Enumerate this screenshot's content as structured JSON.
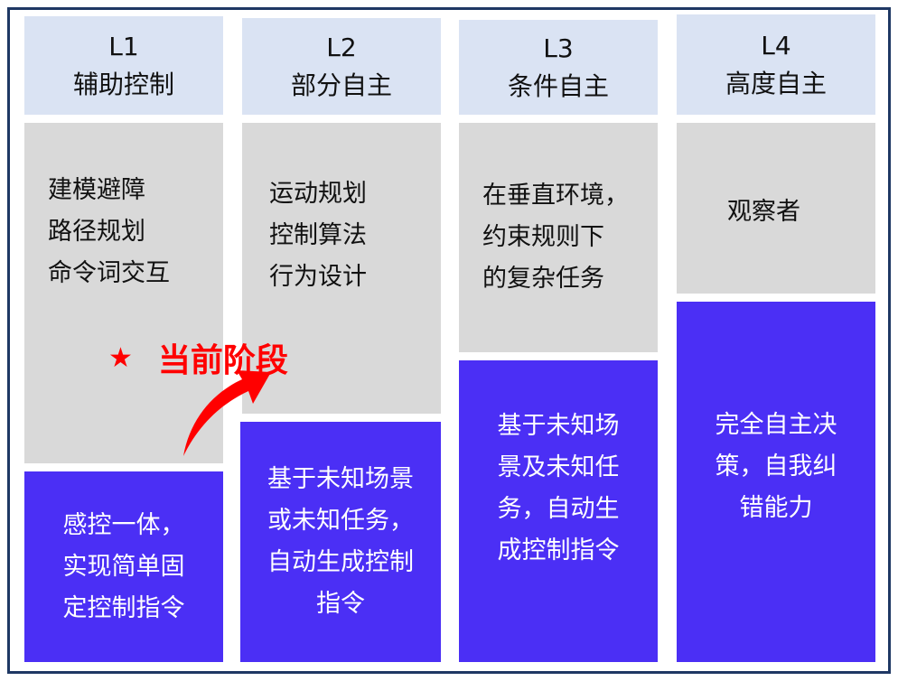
{
  "levels": [
    {
      "code": "L1",
      "name": "辅助控制",
      "capabilities": [
        "建模避障",
        "路径规划",
        "命令词交互"
      ],
      "description": [
        "感控一体，",
        "实现简单固",
        "定控制指令"
      ]
    },
    {
      "code": "L2",
      "name": "部分自主",
      "capabilities": [
        "运动规划",
        "控制算法",
        "行为设计"
      ],
      "description": [
        "基于未知场景",
        "或未知任务，",
        "自动生成控制",
        "指令"
      ]
    },
    {
      "code": "L3",
      "name": "条件自主",
      "capabilities": [
        "在垂直环境，",
        "约束规则下",
        "的复杂任务"
      ],
      "description": [
        "基于未知场",
        "景及未知任",
        "务，自动生",
        "成控制指令"
      ]
    },
    {
      "code": "L4",
      "name": "高度自主",
      "capabilities": [
        "观察者"
      ],
      "description": [
        "完全自主决",
        "策，自我纠",
        "错能力"
      ]
    }
  ],
  "current_stage": {
    "label": "当前阶段",
    "icon": "star-icon",
    "color": "#ff0000"
  },
  "colors": {
    "header": "#dae3f3",
    "gray": "#d9d9d9",
    "blue": "#4b2ff5",
    "frame": "#1f3864"
  }
}
